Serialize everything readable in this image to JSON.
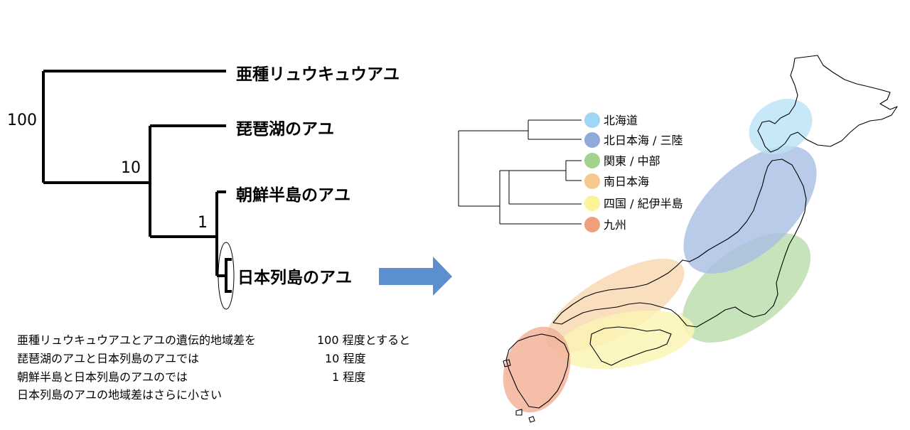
{
  "tree": {
    "taxa": [
      "亜種リュウキュウアユ",
      "琵琶湖のアユ",
      "朝鮮半島のアユ",
      "日本列島のアユ"
    ],
    "node_labels": [
      "100",
      "10",
      "1"
    ]
  },
  "arrow_color": "#5b8fd0",
  "caption": {
    "lines": [
      {
        "text": "亜種リュウキュウアユとアユの遺伝的地域差を",
        "value": "100 程度とすると"
      },
      {
        "text": "琵琶湖のアユと日本列島のアユでは",
        "value": "10 程度"
      },
      {
        "text": "朝鮮半島と日本列島のアユのでは",
        "value": "1 程度"
      },
      {
        "text": "日本列島のアユの地域差はさらに小さい",
        "value": ""
      }
    ]
  },
  "legend": {
    "items": [
      {
        "label": "北海道",
        "color": "#9fd6f3"
      },
      {
        "label": "北日本海 / 三陸",
        "color": "#8fa9d8"
      },
      {
        "label": "関東 / 中部",
        "color": "#a3d28f"
      },
      {
        "label": "南日本海",
        "color": "#f6c98e"
      },
      {
        "label": "四国 / 紀伊半島",
        "color": "#fbf397"
      },
      {
        "label": "九州",
        "color": "#ef9f7c"
      }
    ]
  },
  "map": {
    "region_colors": {
      "hokkaido": "#b9e2f5",
      "north": "#a9bde3",
      "kanto": "#b9dcaa",
      "south_sea": "#f8d7ad",
      "shikoku": "#fbf5b5",
      "kyushu": "#f2b39a"
    }
  }
}
